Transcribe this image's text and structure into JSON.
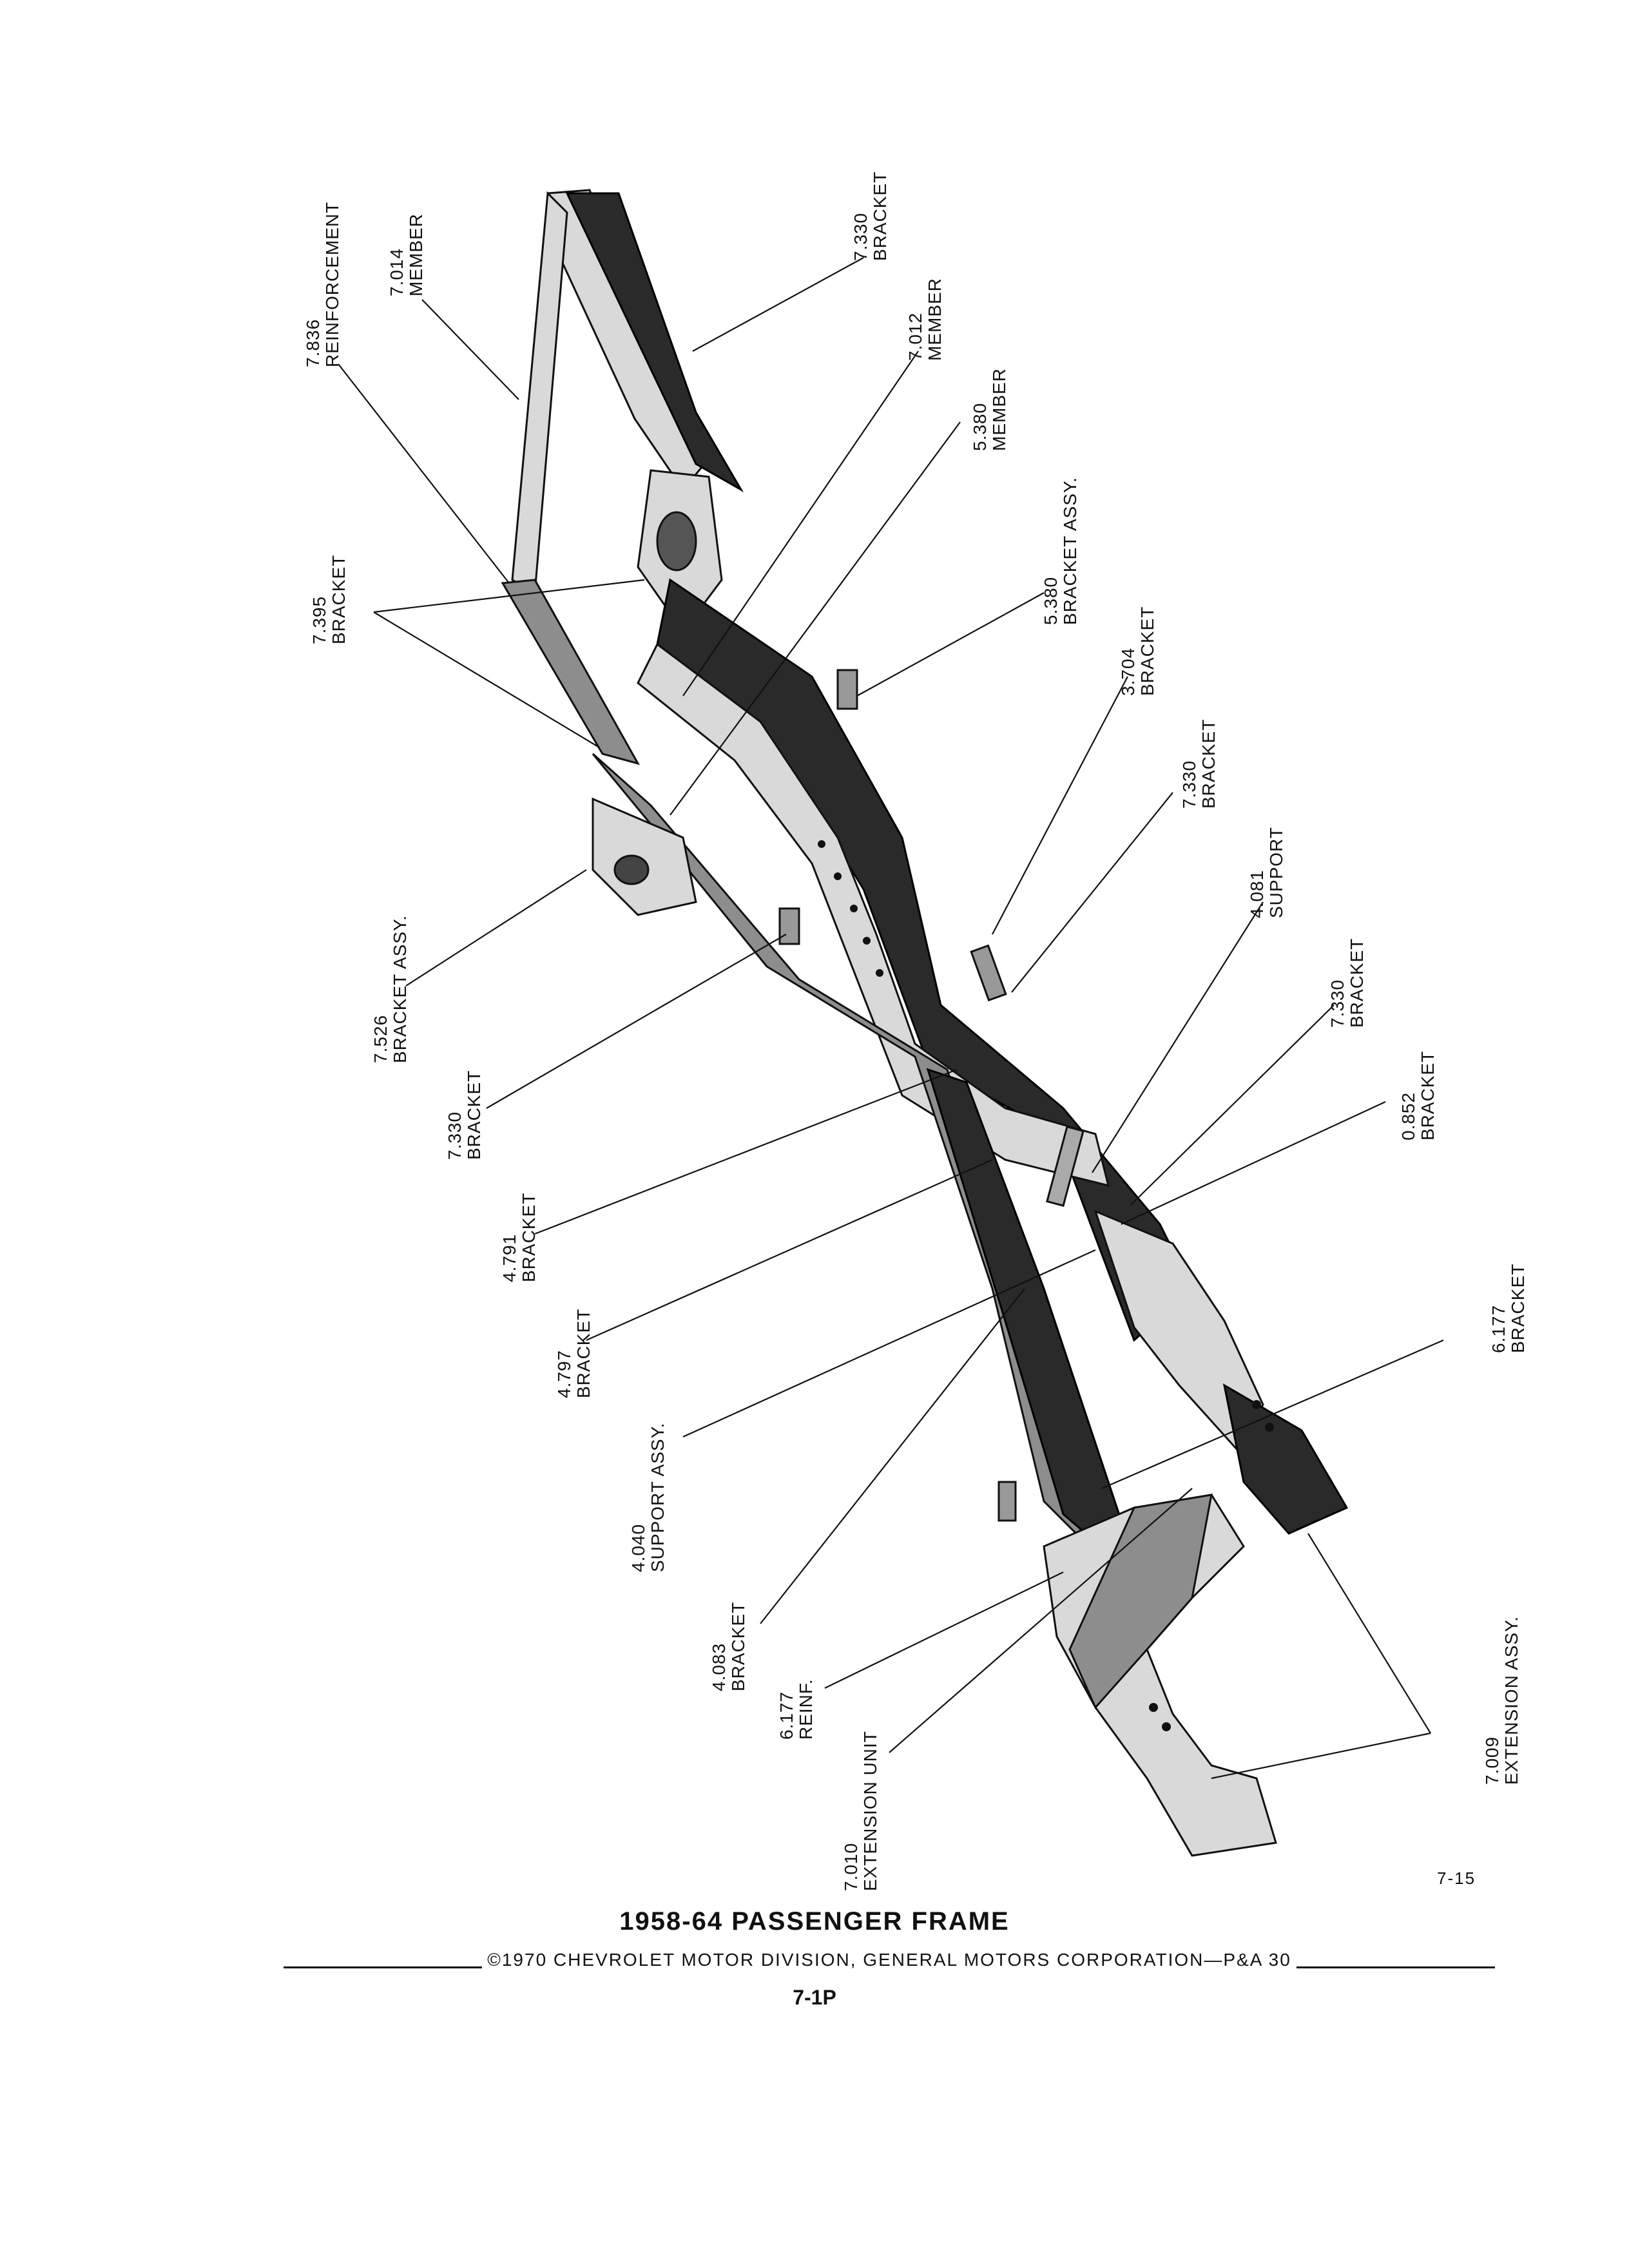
{
  "figure_number": "7-15",
  "title": "1958-64 PASSENGER FRAME",
  "copyright": "©1970 CHEVROLET MOTOR DIVISION, GENERAL MOTORS CORPORATION—P&A 30",
  "page_number": "7-1P",
  "callouts": [
    {
      "id": "c1",
      "number": "7.836",
      "name": "REINFORCEMENT"
    },
    {
      "id": "c2",
      "number": "7.014",
      "name": "MEMBER"
    },
    {
      "id": "c3",
      "number": "7.330",
      "name": "BRACKET"
    },
    {
      "id": "c4",
      "number": "7.012",
      "name": "MEMBER"
    },
    {
      "id": "c5",
      "number": "5.380",
      "name": "MEMBER"
    },
    {
      "id": "c6",
      "number": "5.380",
      "name": "BRACKET ASSY."
    },
    {
      "id": "c7",
      "number": "3.704",
      "name": "BRACKET"
    },
    {
      "id": "c8",
      "number": "7.330",
      "name": "BRACKET"
    },
    {
      "id": "c9",
      "number": "4.081",
      "name": "SUPPORT"
    },
    {
      "id": "c10",
      "number": "7.330",
      "name": "BRACKET"
    },
    {
      "id": "c11",
      "number": "0.852",
      "name": "BRACKET"
    },
    {
      "id": "c12",
      "number": "6.177",
      "name": "BRACKET"
    },
    {
      "id": "c13",
      "number": "7.009",
      "name": "EXTENSION ASSY."
    },
    {
      "id": "c14",
      "number": "7.395",
      "name": "BRACKET"
    },
    {
      "id": "c15",
      "number": "7.526",
      "name": "BRACKET ASSY."
    },
    {
      "id": "c16",
      "number": "7.330",
      "name": "BRACKET"
    },
    {
      "id": "c17",
      "number": "4.791",
      "name": "BRACKET"
    },
    {
      "id": "c18",
      "number": "4.797",
      "name": "BRACKET"
    },
    {
      "id": "c19",
      "number": "4.040",
      "name": "SUPPORT ASSY."
    },
    {
      "id": "c20",
      "number": "4.083",
      "name": "BRACKET"
    },
    {
      "id": "c21",
      "number": "6.177",
      "name": "REINF."
    },
    {
      "id": "c22",
      "number": "7.010",
      "name": "EXTENSION UNIT"
    }
  ]
}
